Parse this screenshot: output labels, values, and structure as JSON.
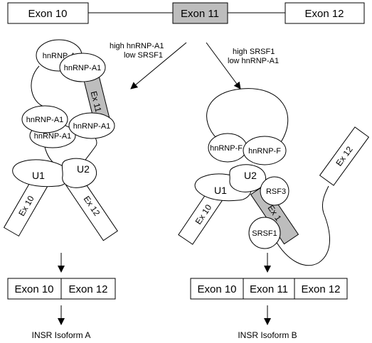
{
  "exons": {
    "ex10": "Exon 10",
    "ex11": "Exon 11",
    "ex12": "Exon 12"
  },
  "arrows": {
    "left_label_1": "high hnRNP-A1",
    "left_label_2": "low SRSF1",
    "right_label_1": "high SRSF1",
    "right_label_2": "low hnRNP-A1"
  },
  "left_complex": {
    "hnrnp_a_top": "hnRNP-A",
    "hnrnp_a1_top": "hnRNP-A1",
    "ex11_label": "Ex 11",
    "hnrnp_a1_mid_left": "hnRNP-A1",
    "hnrnp_a1_mid_right": "hnRNP-A1",
    "hnrnp_a1_low": "hnRNP-A1",
    "u1": "U1",
    "u2": "U2",
    "ex10_label": "Ex 10",
    "ex12_label": "Ex 12"
  },
  "right_complex": {
    "hnrnp_f_left": "hnRNP-F",
    "hnrnp_f_right": "hnRNP-F",
    "u1": "U1",
    "u2": "U2",
    "srsf3": "RSF3",
    "ex10_label": "Ex 10",
    "ex11_label": "Ex 1",
    "srsf1": "SRSF1",
    "ex12_label": "Ex 12"
  },
  "isoform_a": {
    "exon_left": "Exon 10",
    "exon_right": "Exon 12",
    "name": "INSR Isoform A"
  },
  "isoform_b": {
    "exon_left": "Exon 10",
    "exon_mid": "Exon 11",
    "exon_right": "Exon 12",
    "name": "INSR Isoform B"
  }
}
